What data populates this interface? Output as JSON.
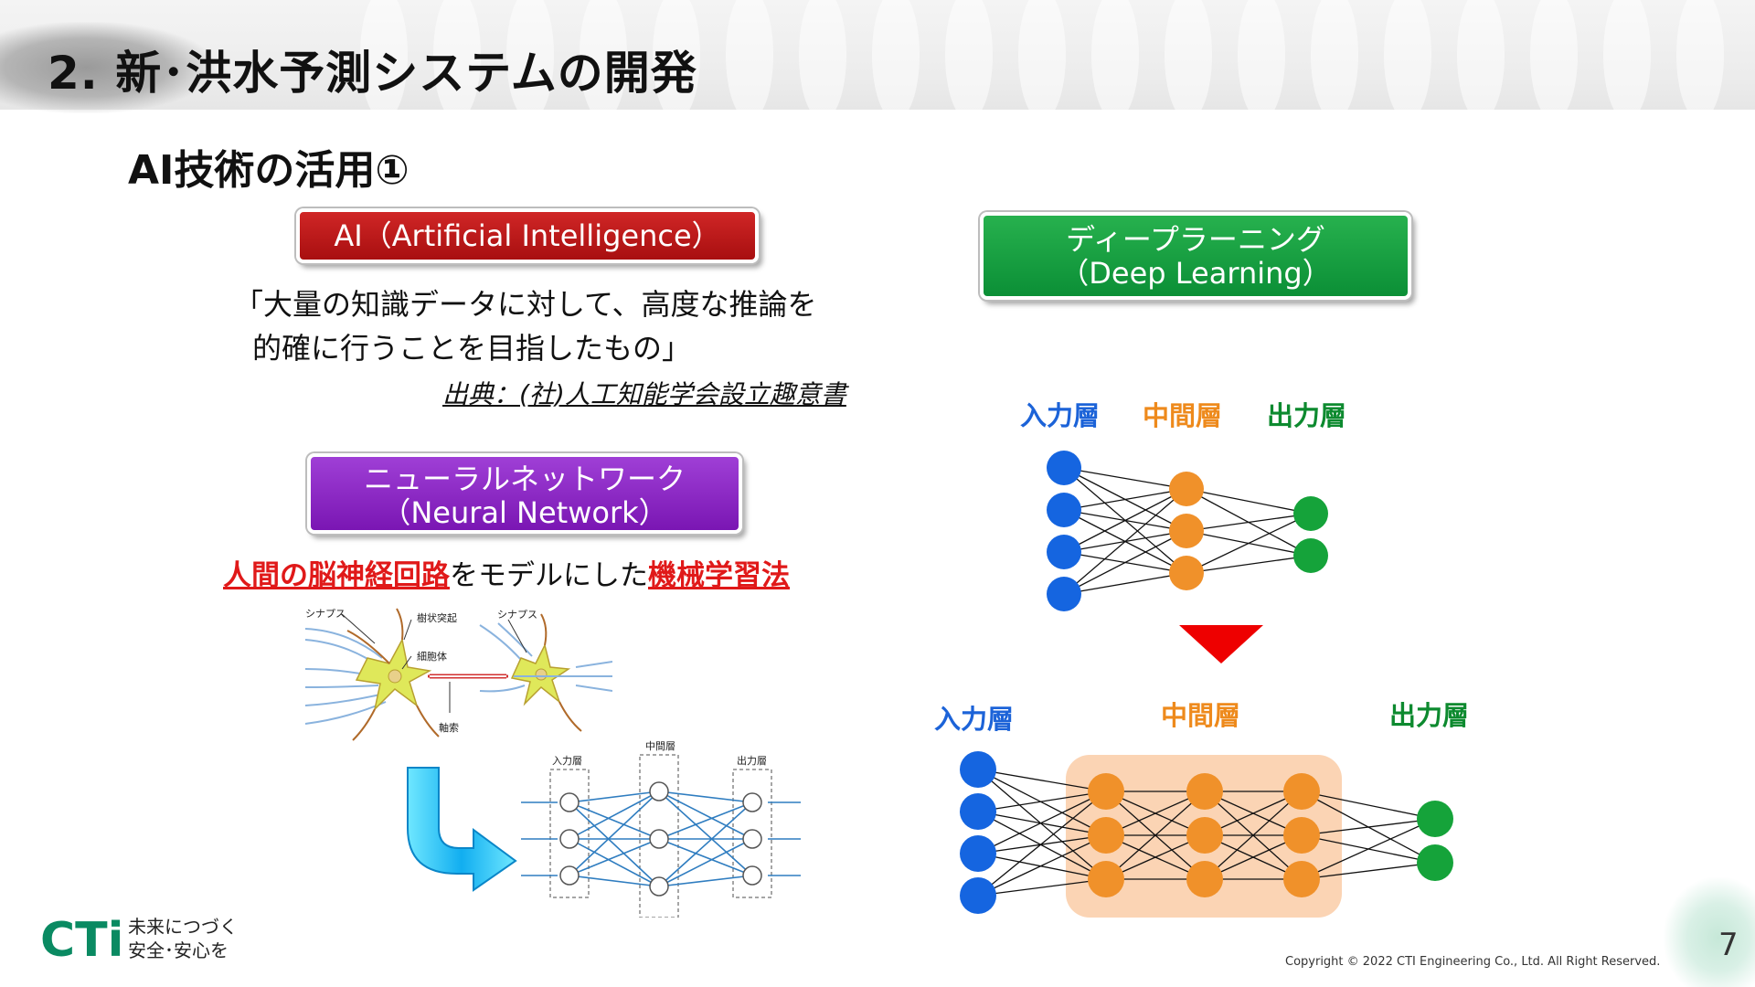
{
  "header": {
    "title": "2. 新･洪水予測システムの開発"
  },
  "section": {
    "title": "AI技術の活用①"
  },
  "ai_box": {
    "label": "AI（Artificial Intelligence）"
  },
  "definition": {
    "line1": "「大量の知識データに対して、高度な推論を",
    "line2": "的確に行うことを目指したもの」",
    "source": "出典：(社)人工知能学会設立趣意書"
  },
  "nn_box": {
    "line1": "ニューラルネットワーク",
    "line2": "（Neural Network）"
  },
  "nn_description": {
    "part1": "人間の脳神経回路",
    "part2": "をモデルにした",
    "part3": "機械学習法"
  },
  "neuron_figure": {
    "synapse_left": "シナプス",
    "dendrite": "樹状突起",
    "synapse_right": "シナプス",
    "cell_body": "細胞体",
    "axon": "軸索"
  },
  "small_network": {
    "input": "入力層",
    "hidden": "中間層",
    "output": "出力層"
  },
  "dl_box": {
    "line1": "ディープラーニング",
    "line2": "（Deep Learning）"
  },
  "shallow_network": {
    "input": "入力層",
    "hidden": "中間層",
    "output": "出力層"
  },
  "deep_network": {
    "input": "入力層",
    "hidden": "中間層",
    "output": "出力層"
  },
  "footer": {
    "logo": "CTi",
    "tagline1": "未来につづく",
    "tagline2": "安全･安心を",
    "copyright": "Copyright © 2022 CTI Engineering Co., Ltd. All Right Reserved.",
    "page": "7"
  },
  "colors": {
    "ai_red": "#c01a1b",
    "nn_purple": "#8a22c4",
    "dl_green": "#17a042",
    "input_blue": "#1565e0",
    "hidden_orange": "#f0912a",
    "output_green": "#15a33a",
    "highlight_red": "#e01919",
    "deep_hidden_bg": "#fbd4b4"
  }
}
